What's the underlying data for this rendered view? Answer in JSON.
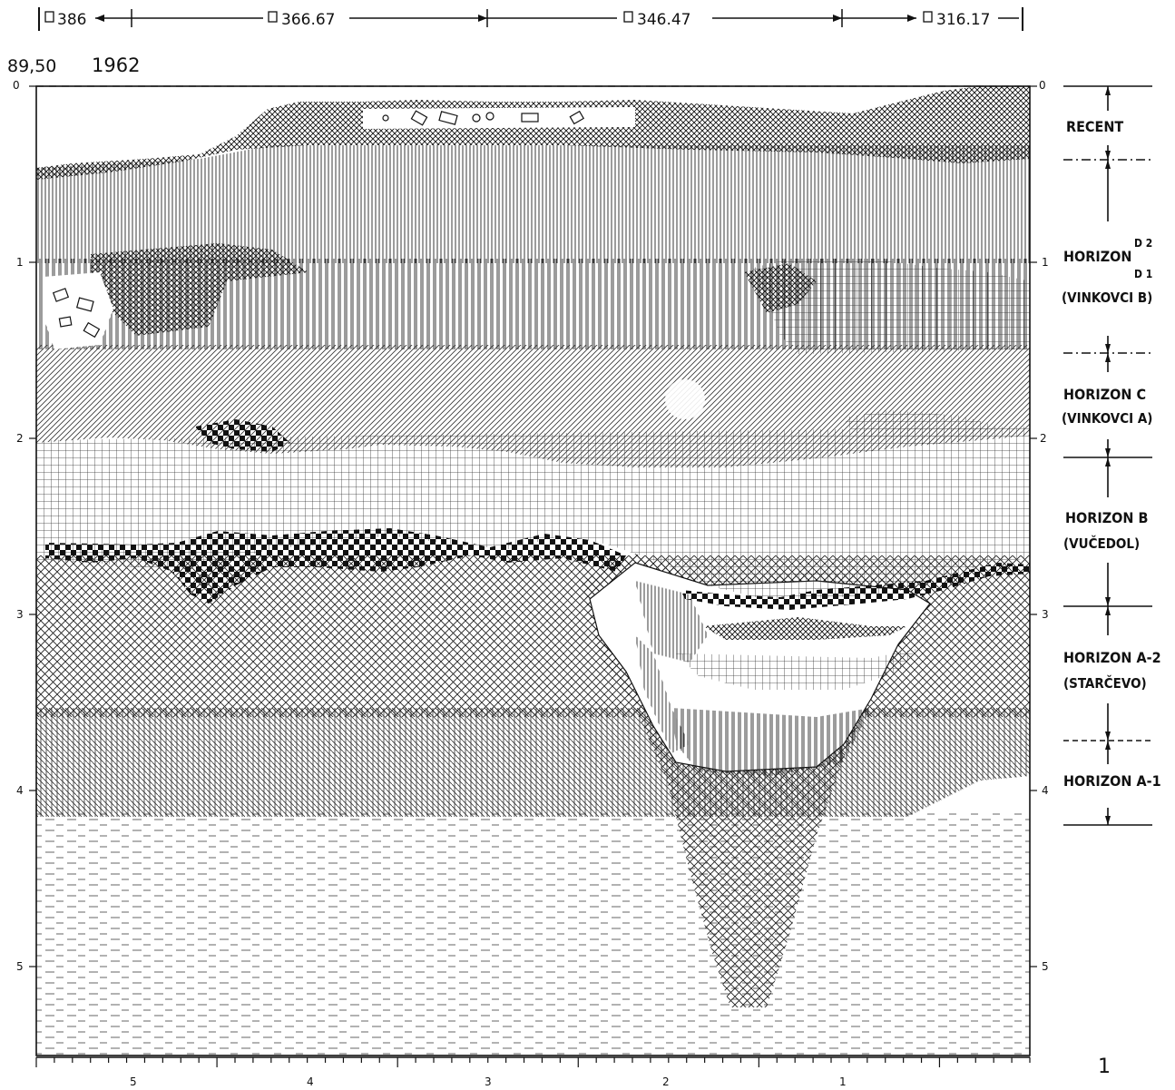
{
  "top_measurements": [
    "386",
    "366.67",
    "346.47",
    "316.17"
  ],
  "datum": "89,50",
  "year": "1962",
  "depth_ticks_left": [
    "0",
    "1",
    "2",
    "3",
    "4",
    "5"
  ],
  "depth_ticks_right": [
    "0",
    "1",
    "2",
    "3",
    "4",
    "5"
  ],
  "bottom_ticks": [
    "5",
    "4",
    "3",
    "2",
    "1"
  ],
  "horizons": [
    {
      "name": "RECENT",
      "sub": ""
    },
    {
      "name": "HORIZON",
      "sup_top": "D 2",
      "sup_bottom": "D 1",
      "sub": "(VINKOVCI B)"
    },
    {
      "name": "HORIZON C",
      "sub": "(VINKOVCI A)"
    },
    {
      "name": "HORIZON B",
      "sub": "(VUČEDOL)"
    },
    {
      "name": "HORIZON A-2",
      "sub": "(STARČEVO)"
    },
    {
      "name": "HORIZON A-1",
      "sub": ""
    }
  ],
  "figure_number": "1"
}
